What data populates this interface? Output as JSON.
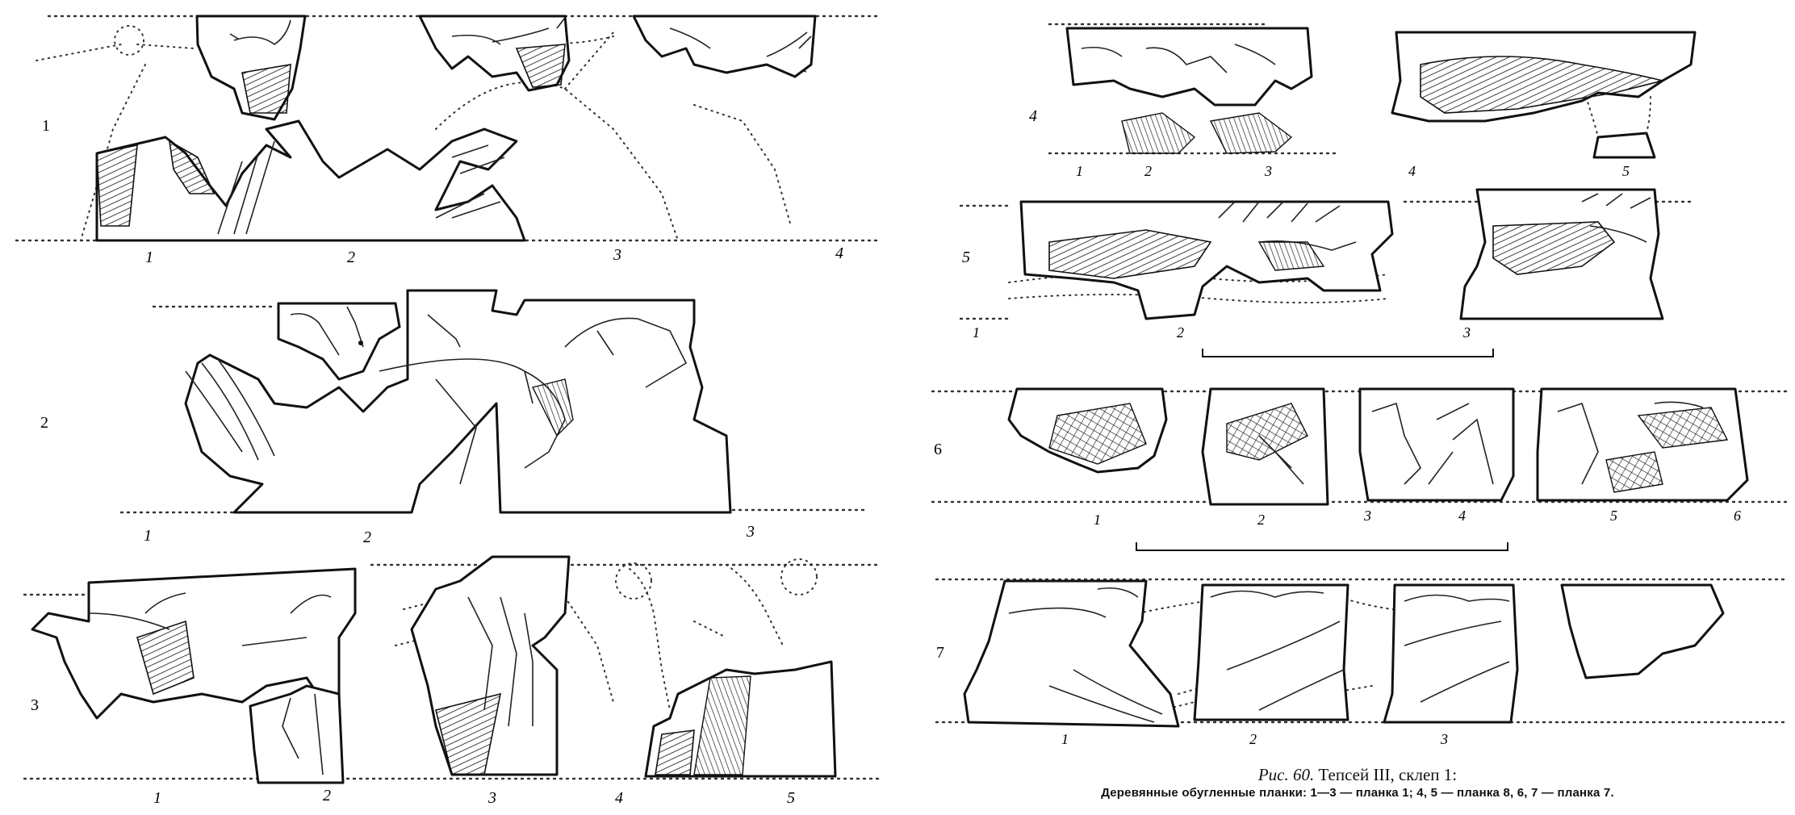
{
  "figure": {
    "caption_prefix": "Рис. 60.",
    "caption_title": "Тепсей III, склеп 1:",
    "caption_detail": "Деревянные обугленные планки: 1—3 — планка 1; 4, 5 — планка 8, 6, 7 — планка 7."
  },
  "rows": [
    {
      "id": "1",
      "fragment_labels": [
        "1",
        "2",
        "3",
        "4"
      ]
    },
    {
      "id": "2",
      "fragment_labels": [
        "1",
        "2",
        "3"
      ]
    },
    {
      "id": "3",
      "fragment_labels": [
        "1",
        "2",
        "3",
        "4",
        "5"
      ]
    },
    {
      "id": "4",
      "fragment_labels": [
        "1",
        "2",
        "3",
        "4",
        "5"
      ]
    },
    {
      "id": "5",
      "fragment_labels": [
        "1",
        "2",
        "3"
      ]
    },
    {
      "id": "6",
      "fragment_labels": [
        "1",
        "2",
        "3",
        "4",
        "5",
        "6"
      ]
    },
    {
      "id": "7",
      "fragment_labels": [
        "1",
        "2",
        "3"
      ]
    }
  ]
}
